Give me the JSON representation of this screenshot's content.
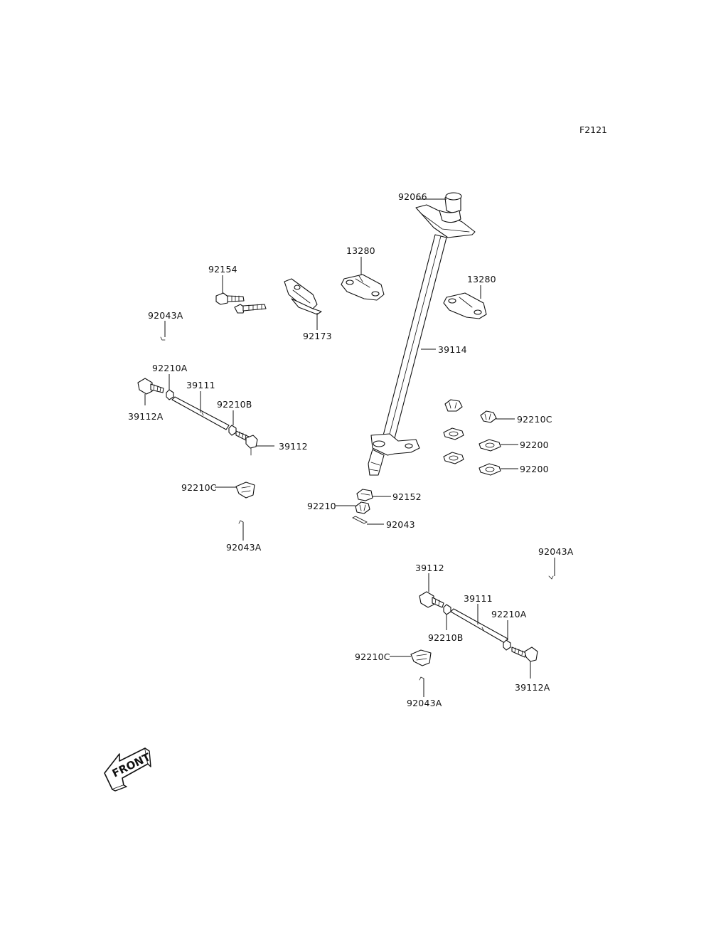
{
  "figure_id": "F2121",
  "parts": {
    "p92066": "92066",
    "p13280_a": "13280",
    "p13280_b": "13280",
    "p92154": "92154",
    "p92043A_1": "92043A",
    "p92173": "92173",
    "p39114": "39114",
    "p92210A_1": "92210A",
    "p39111_1": "39111",
    "p92210B_1": "92210B",
    "p39112A_1": "39112A",
    "p39112_1": "39112",
    "p92210C_1": "92210C",
    "p92200_1": "92200",
    "p92200_2": "92200",
    "p92210C_2": "92210C",
    "p92043A_2": "92043A",
    "p92152": "92152",
    "p92210": "92210",
    "p92043": "92043",
    "p92043A_3": "92043A",
    "p39112_2": "39112",
    "p39111_2": "39111",
    "p92210A_2": "92210A",
    "p92210B_2": "92210B",
    "p92210C_3": "92210C",
    "p39112A_2": "39112A",
    "p92043A_4": "92043A"
  },
  "front_label": "FRONT"
}
